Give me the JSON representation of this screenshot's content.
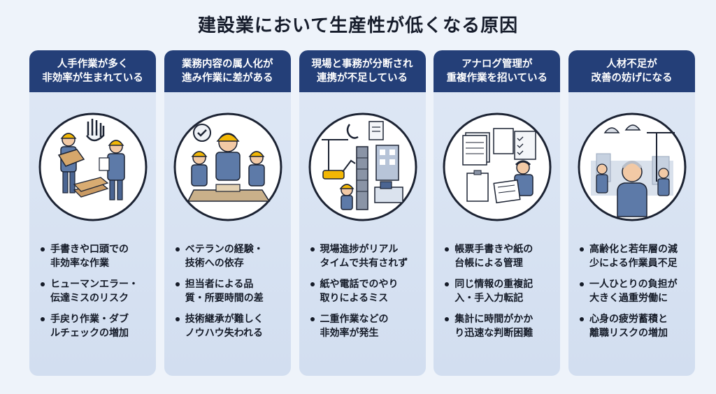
{
  "title": "建設業において生産性が低くなる原因",
  "columns": [
    {
      "heading": [
        "人手作業が多く",
        "非効率が生まれている"
      ],
      "icon": "manual-work-illustration",
      "bullets": [
        [
          "手書きや口頭での",
          "非効率な作業"
        ],
        [
          "ヒューマンエラー・",
          "伝達ミスのリスク"
        ],
        [
          "手戻り作業・ダブ",
          "ルチェックの増加"
        ]
      ]
    },
    {
      "heading": [
        "業務内容の属人化が",
        "進み作業に差がある"
      ],
      "icon": "personalized-skill-illustration",
      "bullets": [
        [
          "ベテランの経験・",
          "技術への依存"
        ],
        [
          "担当者による品",
          "質・所要時間の差"
        ],
        [
          "技術継承が難しく",
          "ノウハウ失われる"
        ]
      ]
    },
    {
      "heading": [
        "現場と事務が分断され",
        "連携が不足している"
      ],
      "icon": "site-office-gap-illustration",
      "bullets": [
        [
          "現場進捗がリアル",
          "タイムで共有されず"
        ],
        [
          "紙や電話でのやり",
          "取りによるミス"
        ],
        [
          "二重作業などの",
          "非効率が発生"
        ]
      ]
    },
    {
      "heading": [
        "アナログ管理が",
        "重複作業を招いている"
      ],
      "icon": "analog-paperwork-illustration",
      "bullets": [
        [
          "帳票手書きや紙の",
          "台帳による管理"
        ],
        [
          "同じ情報の重複記",
          "入・手入力転記"
        ],
        [
          "集計に時間がかか",
          "り迅速な判断困難"
        ]
      ]
    },
    {
      "heading": [
        "人材不足が",
        "改善の妨げになる"
      ],
      "icon": "labor-shortage-illustration",
      "bullets": [
        [
          "高齢化と若年層の減",
          "少による作業員不足"
        ],
        [
          "一人ひとりの負担が",
          "大きく過重労働に"
        ],
        [
          "心身の疲労蓄積と",
          "離職リスクの増加"
        ]
      ]
    }
  ],
  "colors": {
    "header": "#243f78",
    "panel": "#d8e3f2",
    "background": "#eef3fa",
    "helmet": "#f2b705",
    "uniform": "#5d7aa8"
  }
}
